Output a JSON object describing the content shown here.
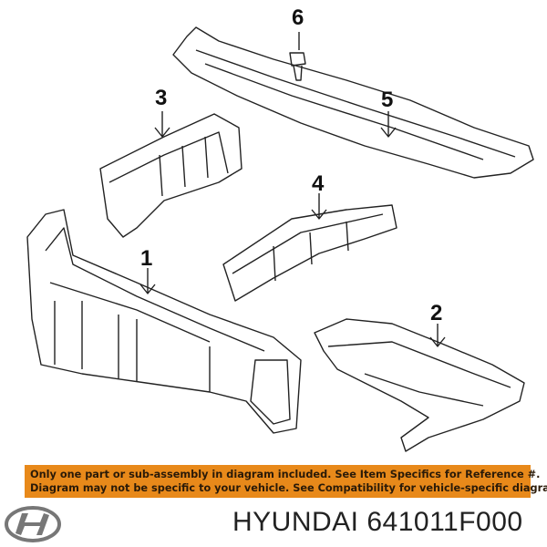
{
  "callouts": [
    "1",
    "2",
    "3",
    "4",
    "5",
    "6"
  ],
  "banner": {
    "line1": "Only one part or sub-assembly in diagram included. See Item Specifics for Reference #.",
    "line2": "Diagram may not be specific to your vehicle. See Compatibility for vehicle-specific diagrams.",
    "color": "#e8891a"
  },
  "caption": "HYUNDAI 641011F000",
  "logo": {
    "brand": "HYUNDAI",
    "icon": "hyundai-logo-icon"
  }
}
